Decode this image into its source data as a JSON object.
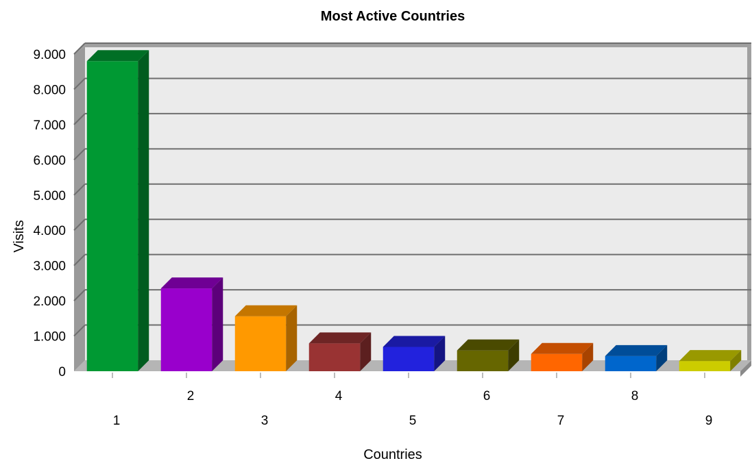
{
  "chart_data": {
    "type": "bar",
    "title": "Most Active Countries",
    "xlabel": "Countries",
    "ylabel": "Visits",
    "categories": [
      "1",
      "2",
      "3",
      "4",
      "5",
      "6",
      "7",
      "8",
      "9"
    ],
    "values": [
      8800,
      2350,
      1560,
      790,
      690,
      590,
      490,
      430,
      290
    ],
    "ylim": [
      0,
      9000
    ],
    "yticks": [
      {
        "value": 0,
        "label": "0"
      },
      {
        "value": 1000,
        "label": "1.000"
      },
      {
        "value": 2000,
        "label": "2.000"
      },
      {
        "value": 3000,
        "label": "3.000"
      },
      {
        "value": 4000,
        "label": "4.000"
      },
      {
        "value": 5000,
        "label": "5.000"
      },
      {
        "value": 6000,
        "label": "6.000"
      },
      {
        "value": 7000,
        "label": "7.000"
      },
      {
        "value": 8000,
        "label": "8.000"
      },
      {
        "value": 9000,
        "label": "9.000"
      }
    ],
    "grid": true,
    "legend": "none",
    "style": "3d",
    "colors": [
      "#009933",
      "#9900cc",
      "#ff9900",
      "#993333",
      "#2222dd",
      "#666600",
      "#ff6600",
      "#0066cc",
      "#cccc00"
    ],
    "colors_top": [
      "#006f25",
      "#6f0094",
      "#c47600",
      "#6e2525",
      "#1a1aa3",
      "#4a4a00",
      "#c44e00",
      "#004d99",
      "#999900"
    ],
    "colors_side": [
      "#005c1f",
      "#5c007a",
      "#a86400",
      "#5c1f1f",
      "#141482",
      "#3d3d00",
      "#a84300",
      "#003f7d",
      "#7f7f00"
    ],
    "wall_color": "#ebebeb",
    "floor_color": "#b5b5b5",
    "frame_color": "#a0a0a0"
  }
}
